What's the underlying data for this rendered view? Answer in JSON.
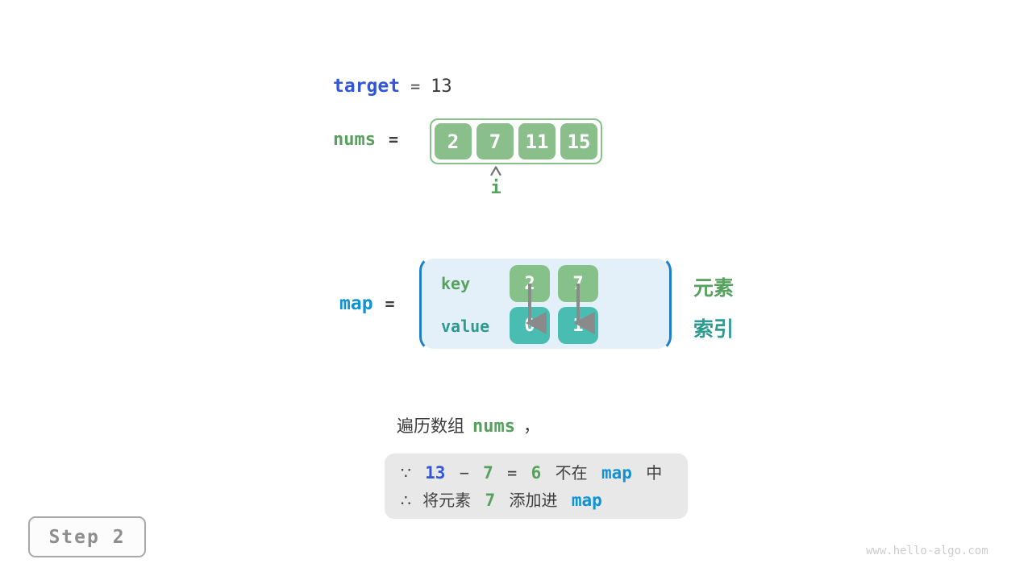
{
  "colors": {
    "royal_blue": "#3355d8",
    "cyan_blue": "#0f93d2",
    "bracket_blue": "#1f7fcb",
    "map_box_fill": "#e3f0f9",
    "green_text": "#56a15e",
    "green_cell": "#8abf8c",
    "teal_text": "#2e9b90",
    "teal_cell": "#4abdb2",
    "deduction_box_fill": "#e8e8e8",
    "arrow_gray": "#8a8a8a"
  },
  "target_row": {
    "name": "target",
    "eq": "=",
    "value": "13"
  },
  "nums_row": {
    "name": "nums",
    "eq": "=",
    "cells": [
      "2",
      "7",
      "11",
      "15"
    ],
    "pointer_label": "i",
    "pointer_index": 1
  },
  "map_row": {
    "name": "map",
    "eq": "=",
    "key_label": "key",
    "value_label": "value",
    "entries": [
      {
        "key": "2",
        "value": "0"
      },
      {
        "key": "7",
        "value": "1"
      }
    ],
    "legend_key": "元素",
    "legend_value": "索引"
  },
  "sentence": {
    "prefix": "遍历数组",
    "code": "nums",
    "suffix": "，"
  },
  "deduction": {
    "line1": {
      "because": "∵",
      "minuend": "13",
      "minus": "−",
      "subtrahend": "7",
      "equals": "=",
      "difference": "6",
      "not_in": "不在",
      "map": "map",
      "suffix": "中"
    },
    "line2": {
      "therefore": "∴",
      "action_prefix": "将元素",
      "element": "7",
      "action_suffix": "添加进",
      "map": "map"
    }
  },
  "step_badge": "Step 2",
  "watermark": "www.hello-algo.com"
}
